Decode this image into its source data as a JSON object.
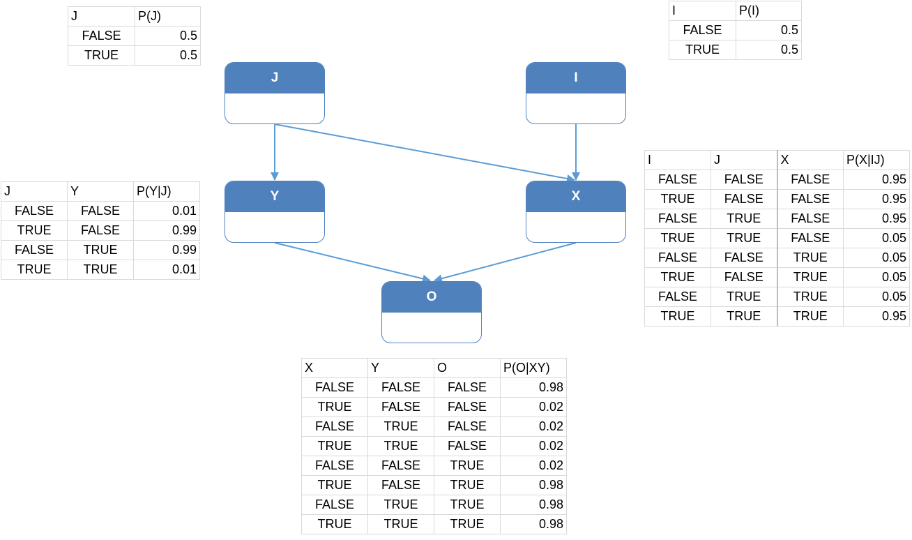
{
  "colors": {
    "node_fill": "#4f81bd",
    "edge": "#5b9bd5",
    "grid": "#d9d9d9"
  },
  "nodes": {
    "j": "J",
    "i": "I",
    "y": "Y",
    "x": "X",
    "o": "O"
  },
  "edges": [
    {
      "from": "J",
      "to": "Y"
    },
    {
      "from": "J",
      "to": "X"
    },
    {
      "from": "I",
      "to": "X"
    },
    {
      "from": "Y",
      "to": "O"
    },
    {
      "from": "X",
      "to": "O"
    }
  ],
  "tables": {
    "pj": {
      "headers": [
        "J",
        "P(J)"
      ],
      "rows": [
        [
          "FALSE",
          "0.5"
        ],
        [
          "TRUE",
          "0.5"
        ]
      ]
    },
    "pi": {
      "headers": [
        "I",
        "P(I)"
      ],
      "rows": [
        [
          "FALSE",
          "0.5"
        ],
        [
          "TRUE",
          "0.5"
        ]
      ]
    },
    "py": {
      "headers": [
        "J",
        "Y",
        "P(Y|J)"
      ],
      "rows": [
        [
          "FALSE",
          "FALSE",
          "0.01"
        ],
        [
          "TRUE",
          "FALSE",
          "0.99"
        ],
        [
          "FALSE",
          "TRUE",
          "0.99"
        ],
        [
          "TRUE",
          "TRUE",
          "0.01"
        ]
      ]
    },
    "px": {
      "headers": [
        "I",
        "J",
        "X",
        "P(X|IJ)"
      ],
      "rows": [
        [
          "FALSE",
          "FALSE",
          "FALSE",
          "0.95"
        ],
        [
          "TRUE",
          "FALSE",
          "FALSE",
          "0.95"
        ],
        [
          "FALSE",
          "TRUE",
          "FALSE",
          "0.95"
        ],
        [
          "TRUE",
          "TRUE",
          "FALSE",
          "0.05"
        ],
        [
          "FALSE",
          "FALSE",
          "TRUE",
          "0.05"
        ],
        [
          "TRUE",
          "FALSE",
          "TRUE",
          "0.05"
        ],
        [
          "FALSE",
          "TRUE",
          "TRUE",
          "0.05"
        ],
        [
          "TRUE",
          "TRUE",
          "TRUE",
          "0.95"
        ]
      ]
    },
    "po": {
      "headers": [
        "X",
        "Y",
        "O",
        "P(O|XY)"
      ],
      "rows": [
        [
          "FALSE",
          "FALSE",
          "FALSE",
          "0.98"
        ],
        [
          "TRUE",
          "FALSE",
          "FALSE",
          "0.02"
        ],
        [
          "FALSE",
          "TRUE",
          "FALSE",
          "0.02"
        ],
        [
          "TRUE",
          "TRUE",
          "FALSE",
          "0.02"
        ],
        [
          "FALSE",
          "FALSE",
          "TRUE",
          "0.02"
        ],
        [
          "TRUE",
          "FALSE",
          "TRUE",
          "0.98"
        ],
        [
          "FALSE",
          "TRUE",
          "TRUE",
          "0.98"
        ],
        [
          "TRUE",
          "TRUE",
          "TRUE",
          "0.98"
        ]
      ]
    }
  }
}
